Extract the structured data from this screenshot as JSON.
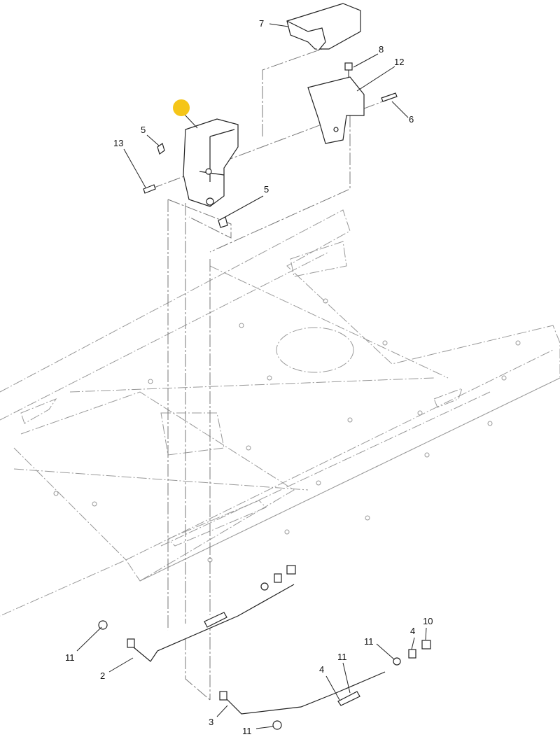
{
  "diagram": {
    "hotspot_color": "#F5C518",
    "callouts": [
      "7",
      "8",
      "12",
      "6",
      "5",
      "13",
      "5",
      "11",
      "2",
      "11",
      "4",
      "10",
      "11",
      "4",
      "3",
      "11"
    ]
  }
}
